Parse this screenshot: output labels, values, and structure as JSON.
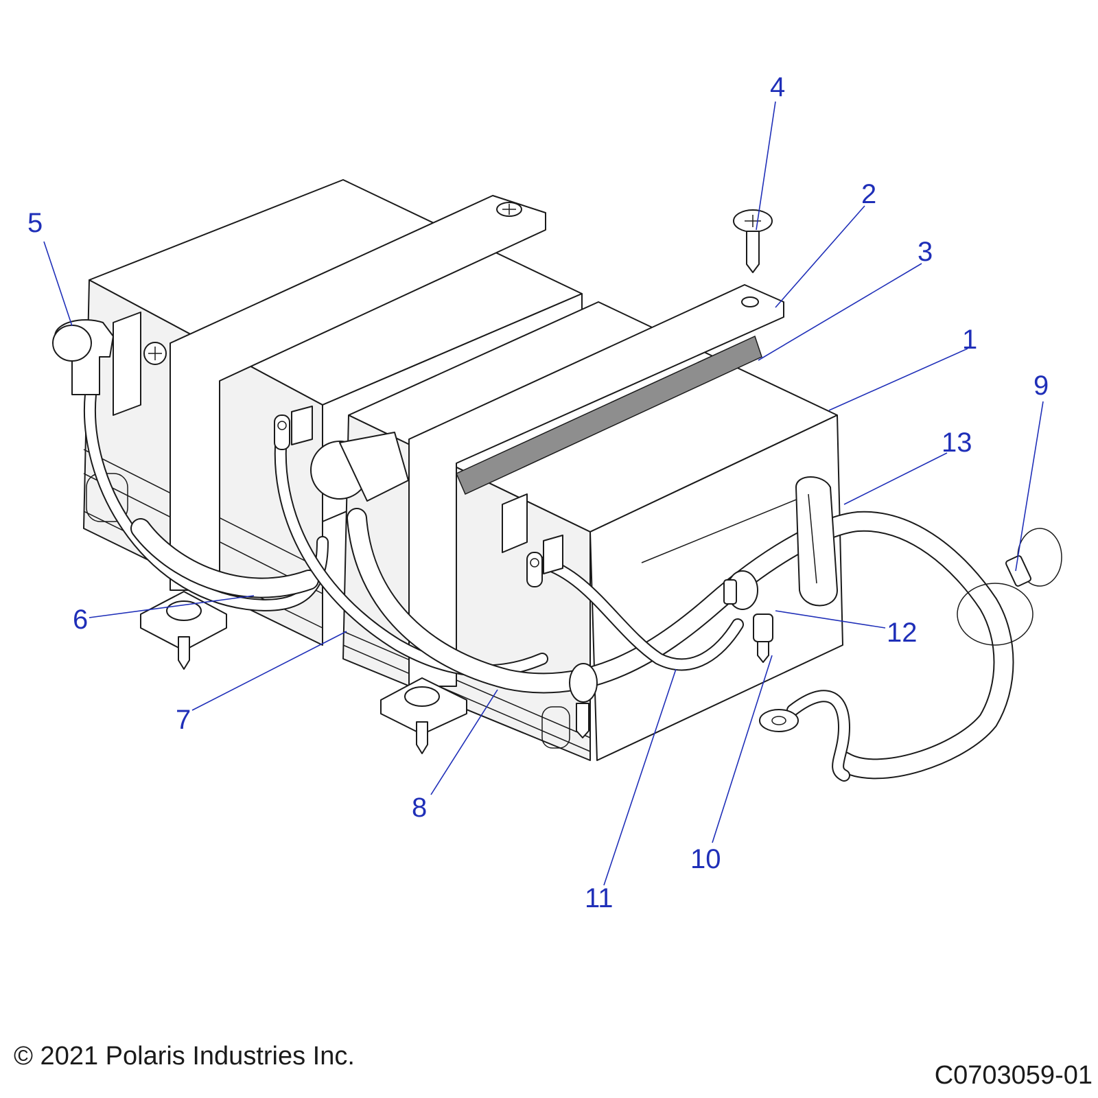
{
  "callouts": [
    {
      "id": "1",
      "label": "1"
    },
    {
      "id": "2",
      "label": "2"
    },
    {
      "id": "3",
      "label": "3"
    },
    {
      "id": "4",
      "label": "4"
    },
    {
      "id": "5",
      "label": "5"
    },
    {
      "id": "6",
      "label": "6"
    },
    {
      "id": "7",
      "label": "7"
    },
    {
      "id": "8",
      "label": "8"
    },
    {
      "id": "9",
      "label": "9"
    },
    {
      "id": "10",
      "label": "10"
    },
    {
      "id": "11",
      "label": "11"
    },
    {
      "id": "12",
      "label": "12"
    },
    {
      "id": "13",
      "label": "13"
    }
  ],
  "footer": {
    "copyright": "© 2021 Polaris Industries Inc.",
    "figure_id": "C0703059-01"
  },
  "colors": {
    "callout": "#1f2fb8",
    "outline": "#1a1a1a",
    "pad": "#8e8e8e"
  }
}
